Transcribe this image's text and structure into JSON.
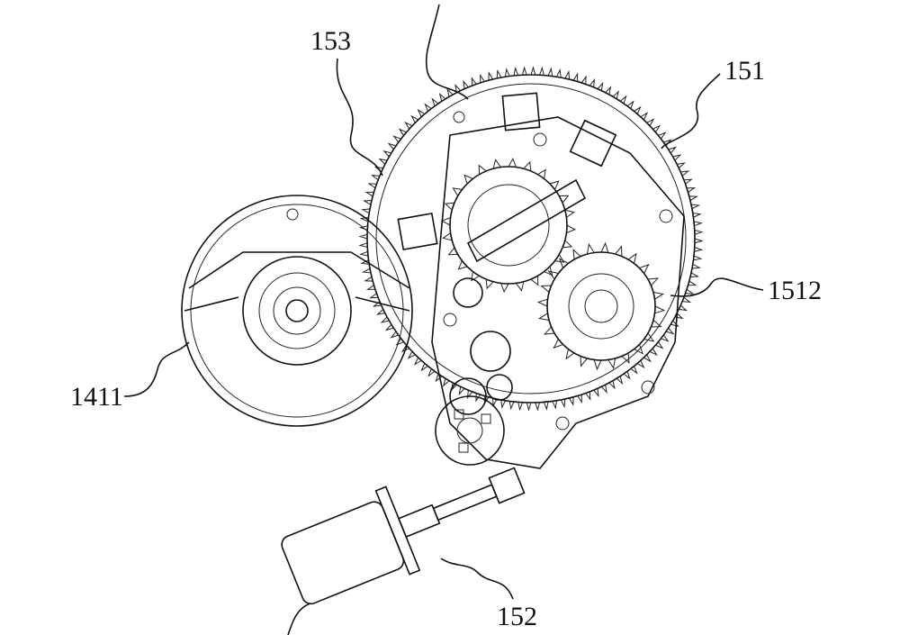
{
  "labels": {
    "l153": "153",
    "l151": "151",
    "l1512": "1512",
    "l1411": "1411",
    "l152": "152"
  },
  "colors": {
    "ink": "#111111",
    "paper": "#ffffff"
  }
}
